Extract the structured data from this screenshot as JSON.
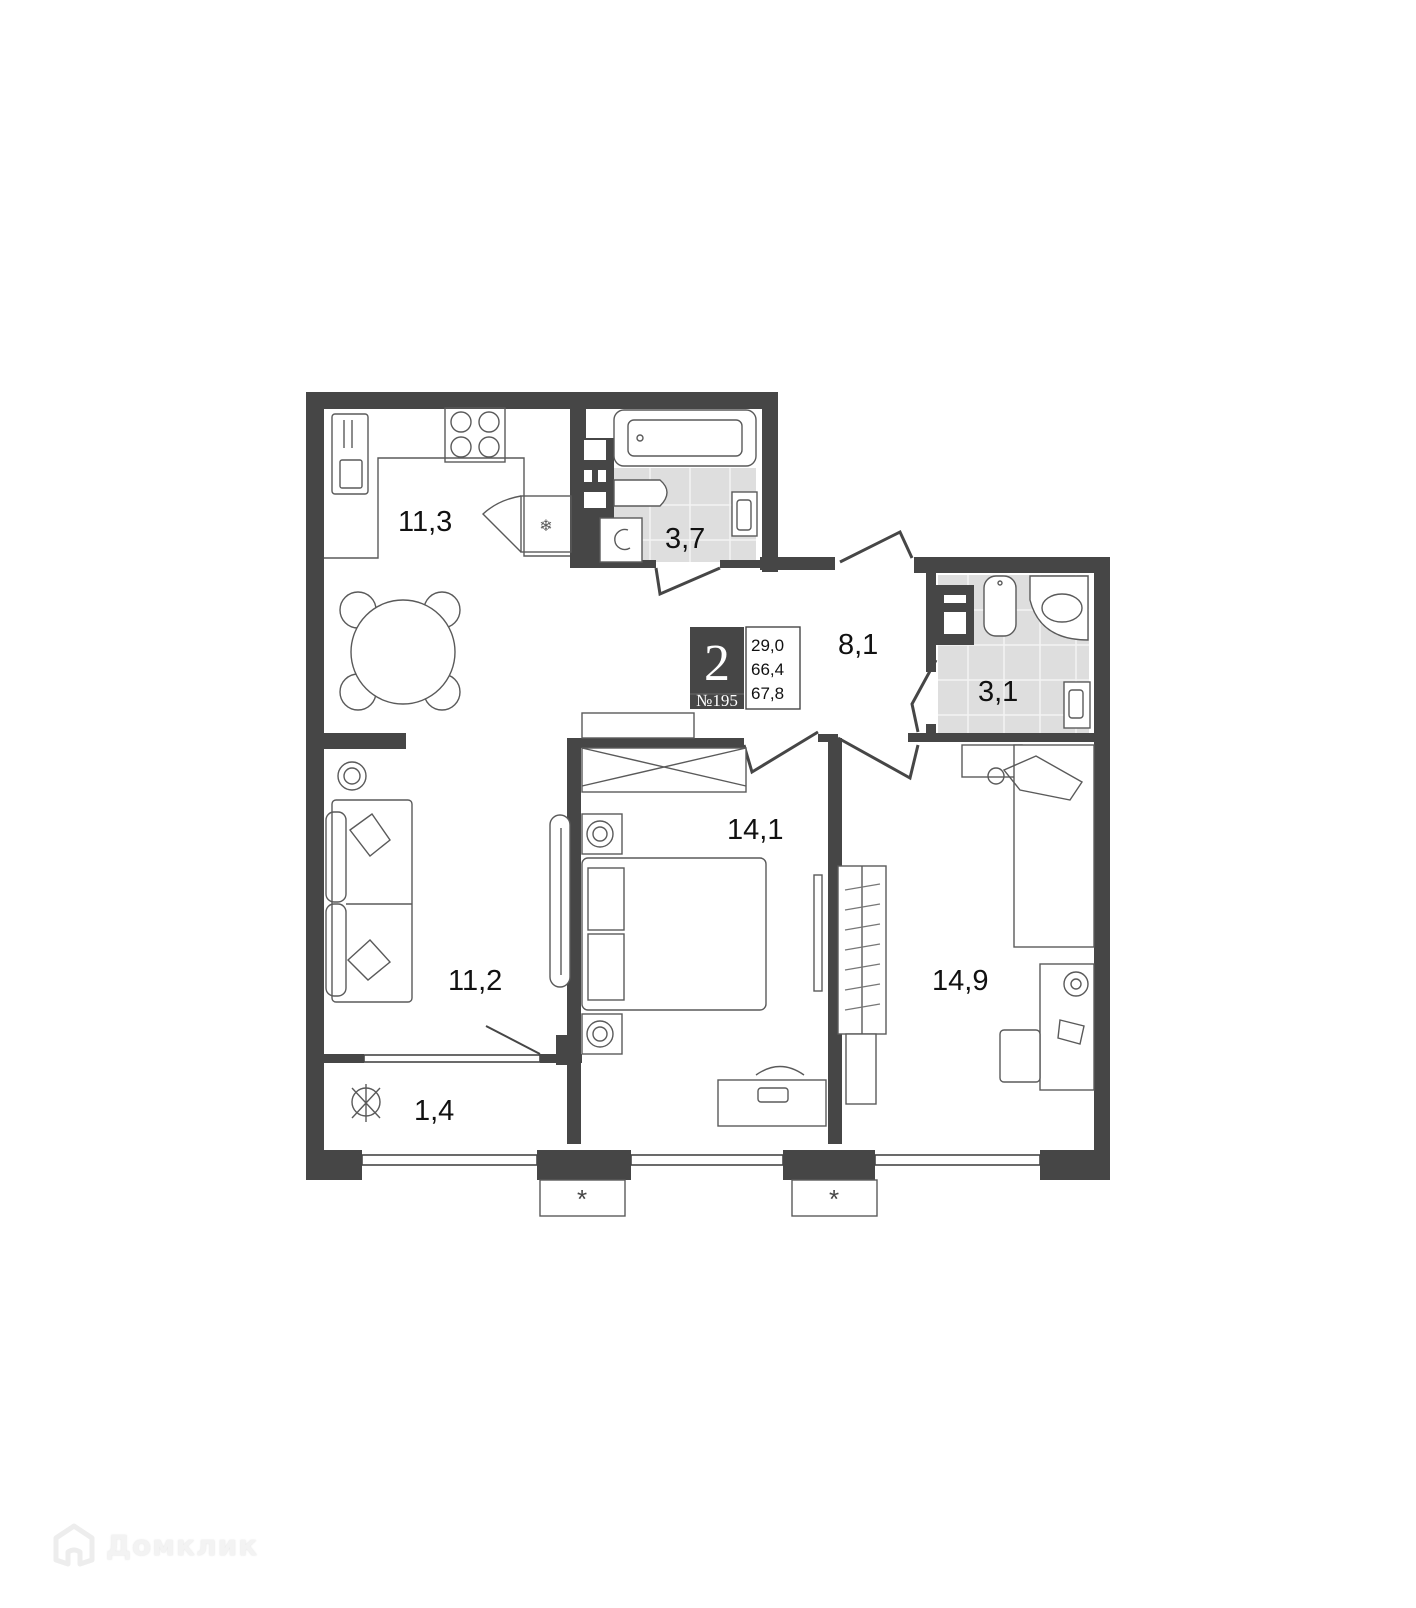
{
  "apartment": {
    "rooms_count": "2",
    "number_label": "№195",
    "stats": {
      "living_area": "29,0",
      "total_area": "66,4",
      "total_area_with_balcony": "67,8"
    }
  },
  "rooms": {
    "kitchen": {
      "area": "11,3"
    },
    "bathroom_main": {
      "area": "3,7"
    },
    "hallway": {
      "area": "8,1"
    },
    "bathroom_second": {
      "area": "3,1"
    },
    "living_room": {
      "area": "11,2"
    },
    "bedroom_master": {
      "area": "14,1"
    },
    "bedroom_second": {
      "area": "14,9"
    },
    "balcony": {
      "area": "1,4"
    }
  },
  "ac_units": [
    {
      "symbol": "*"
    },
    {
      "symbol": "*"
    }
  ],
  "watermark": {
    "text": "Домклик",
    "icon": "house-logo-icon"
  },
  "colors": {
    "wall": "#464646",
    "tile": "#dedede",
    "background": "#ffffff",
    "badge": "#464646"
  }
}
